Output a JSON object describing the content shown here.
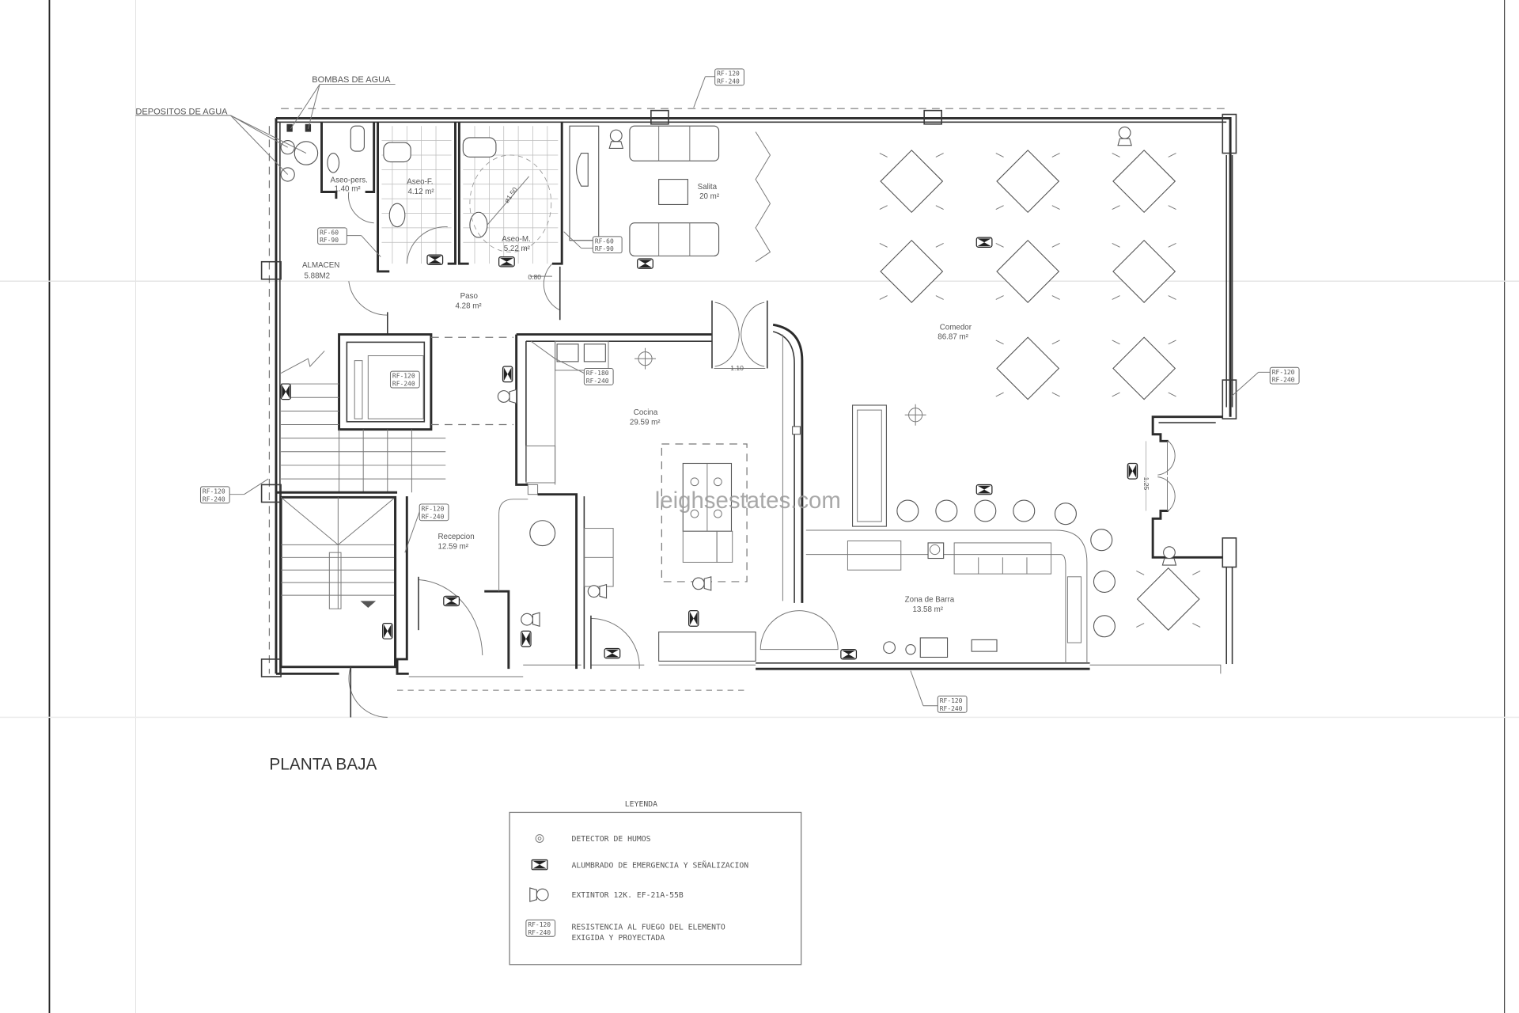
{
  "drawing": {
    "title": "PLANTA BAJA",
    "watermark": "leighsestates.com"
  },
  "callouts": {
    "water_pumps": "BOMBAS DE AGUA",
    "water_tanks": "DEPOSITOS DE AGUA"
  },
  "rooms": [
    {
      "name": "Aseo-pers.",
      "area": "1.40 m²"
    },
    {
      "name": "Aseo-F.",
      "area": "4.12 m²"
    },
    {
      "name": "Aseo-M.",
      "area": "5.22 m²"
    },
    {
      "name": "Salita",
      "area": "20 m²"
    },
    {
      "name": "ALMACEN",
      "area": "5.88M2"
    },
    {
      "name": "Paso",
      "area": "4.28 m²"
    },
    {
      "name": "Comedor",
      "area": "86.87 m²"
    },
    {
      "name": "Cocina",
      "area": "29.59 m²"
    },
    {
      "name": "Recepcion",
      "area": "12.59 m²"
    },
    {
      "name": "Zona de Barra",
      "area": "13.58 m²"
    }
  ],
  "dimensions": {
    "turning_circle": "ø1.50",
    "toilet_door": "0.80",
    "kitchen_door": "1.10",
    "entrance_door": "1.25"
  },
  "fire_ratings": [
    {
      "id": "top-wall",
      "line1": "RF-120",
      "line2": "RF-240"
    },
    {
      "id": "aseo-pers",
      "line1": "RF-60",
      "line2": "RF-90"
    },
    {
      "id": "salita",
      "line1": "RF-60",
      "line2": "RF-90"
    },
    {
      "id": "lift",
      "line1": "RF-120",
      "line2": "RF-240"
    },
    {
      "id": "cocina",
      "line1": "RF-180",
      "line2": "RF-240"
    },
    {
      "id": "right-wall",
      "line1": "RF-120",
      "line2": "RF-240"
    },
    {
      "id": "left-wall",
      "line1": "RF-120",
      "line2": "RF-240"
    },
    {
      "id": "recepcion",
      "line1": "RF-120",
      "line2": "RF-240"
    },
    {
      "id": "bottom-wall",
      "line1": "RF-120",
      "line2": "RF-240"
    }
  ],
  "legend": {
    "title": "LEYENDA",
    "items": [
      {
        "icon": "smoke-detector-icon",
        "label": "DETECTOR DE HUMOS"
      },
      {
        "icon": "emergency-light-icon",
        "label": "ALUMBRADO DE EMERGENCIA Y SEÑALIZACION"
      },
      {
        "icon": "extinguisher-icon",
        "label": "EXTINTOR 12K. EF-21A-55B"
      },
      {
        "icon": "fire-rating-icon",
        "label": "RESISTENCIA AL FUEGO DEL ELEMENTO",
        "label2": "EXIGIDA Y PROYECTADA",
        "rf1": "RF-120",
        "rf2": "RF-240"
      }
    ]
  }
}
